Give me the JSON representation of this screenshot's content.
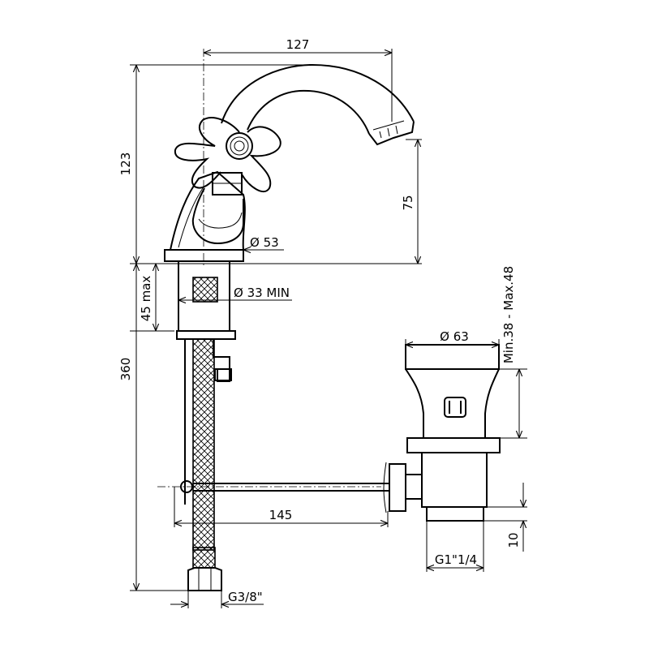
{
  "dimensions": {
    "spout_reach": "127",
    "total_height": "123",
    "spout_height": "75",
    "base_diameter": "Ø 53",
    "hole_diameter": "Ø 33 MIN",
    "max_deck_thickness": "45 max",
    "hose_length": "360",
    "rod_length": "145",
    "hose_thread": "G3/8\"",
    "waste_diameter": "Ø 63",
    "basin_thickness_range": "Min.38 - Max.48",
    "waste_thread": "G1\"1/4",
    "waste_thread_length": "10"
  }
}
